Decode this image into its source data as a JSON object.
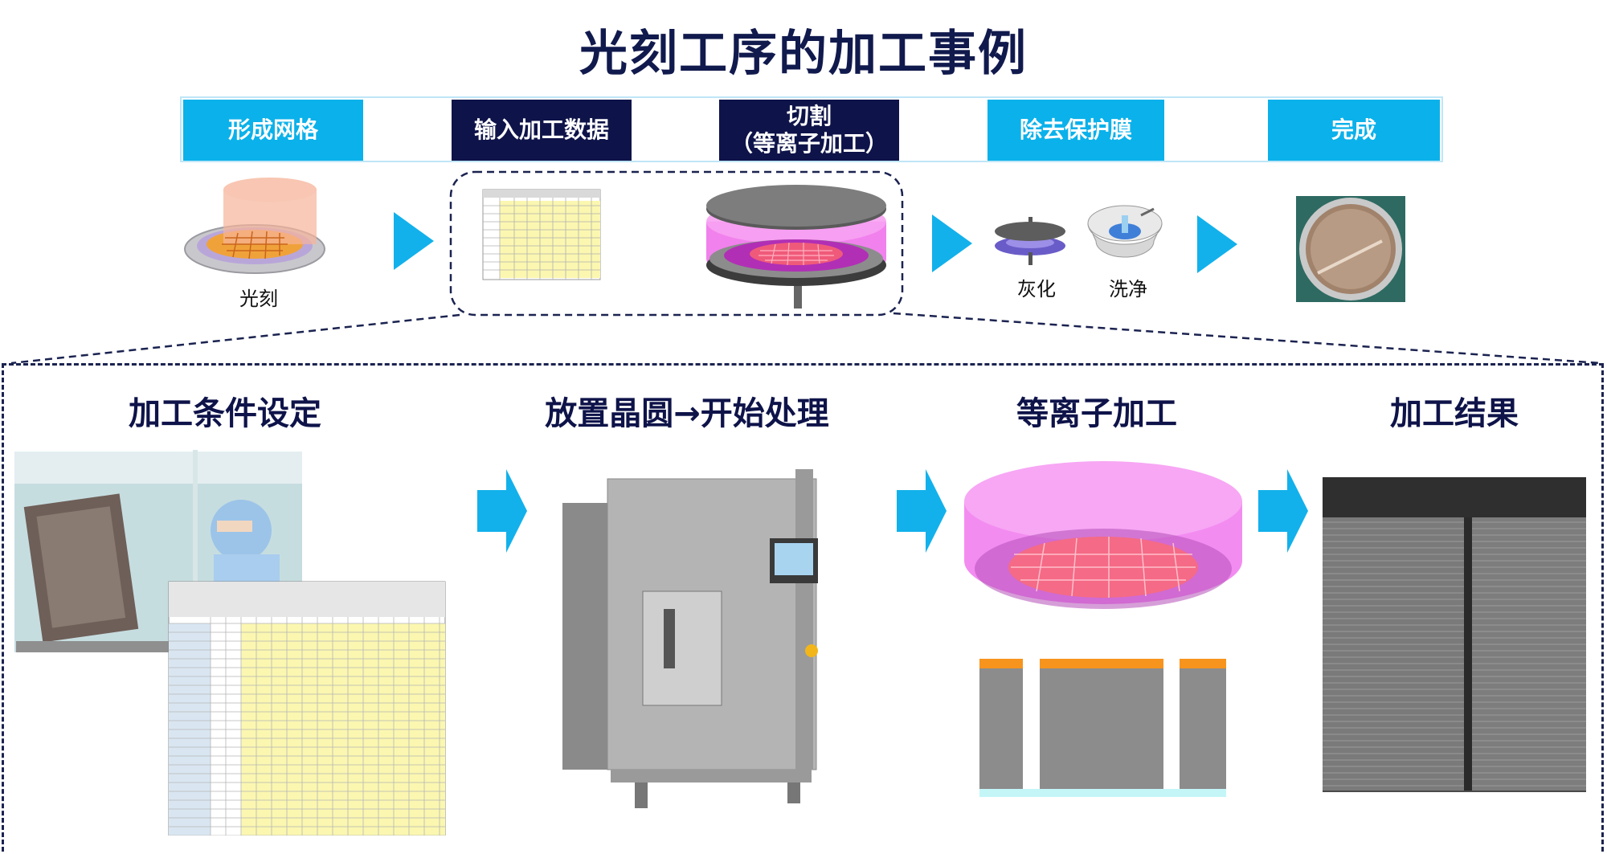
{
  "title": "光刻工序的加工事例",
  "steps": [
    {
      "label": "形成网格",
      "style": "light"
    },
    {
      "label": "输入加工数据",
      "style": "dark"
    },
    {
      "label": "切割\n（等离子加工）",
      "style": "dark"
    },
    {
      "label": "除去保护膜",
      "style": "light"
    },
    {
      "label": "完成",
      "style": "light"
    }
  ],
  "process_labels": {
    "lithography": "光刻",
    "ashing": "灰化",
    "cleaning": "洗净"
  },
  "detail_sections": {
    "condition_setting": "加工条件设定",
    "place_wafer_start": "放置晶圆→开始处理",
    "plasma_processing": "等离子加工",
    "processing_result": "加工结果"
  },
  "colors": {
    "title": "#111a4d",
    "step_light": "#0bb1ea",
    "step_dark": "#0e1349",
    "arrow": "#12b1eb",
    "plasma": "#ee55e8",
    "mask": "#f7941d",
    "substrate": "#8c8c8c"
  }
}
